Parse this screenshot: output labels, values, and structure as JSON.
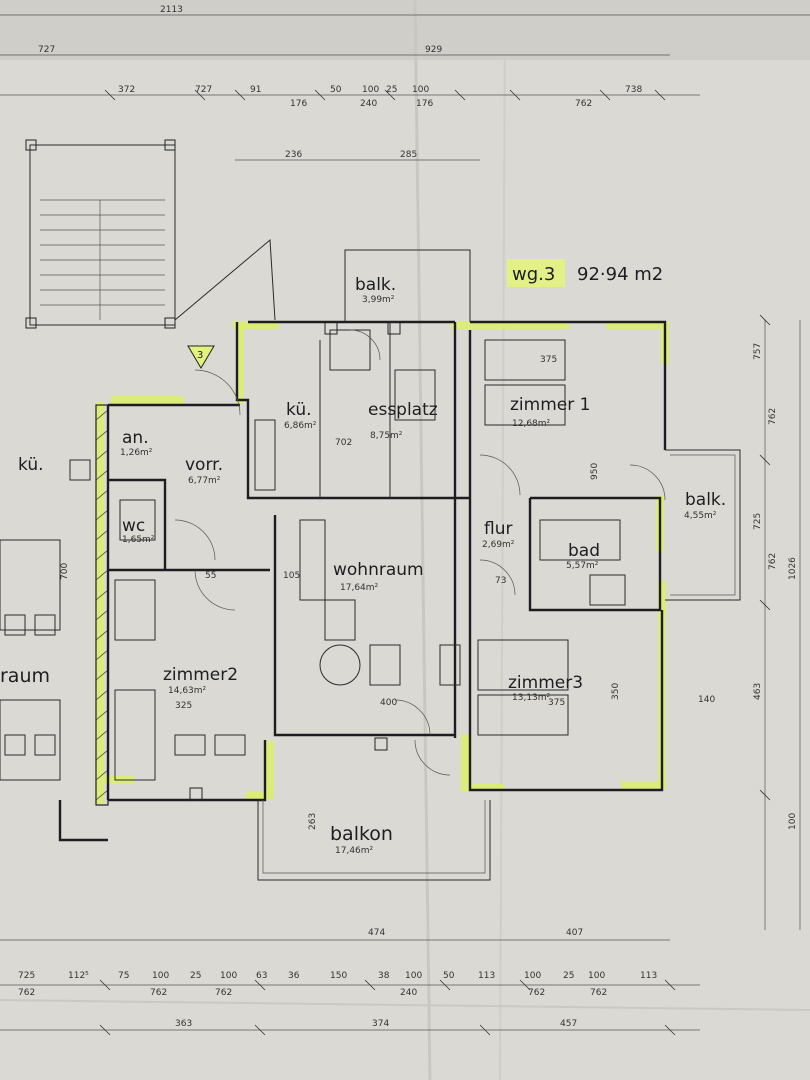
{
  "unit": {
    "label": "wg.3",
    "area": "92·94 m2"
  },
  "rooms": {
    "kueche": {
      "name": "kü.",
      "area": "6,86m²"
    },
    "essplatz": {
      "name": "essplatz",
      "area": "8,75m²"
    },
    "zimmer1": {
      "name": "zimmer 1",
      "area": "12,68m²"
    },
    "balk_top": {
      "name": "balk.",
      "area": "3,99m²"
    },
    "balk_right": {
      "name": "balk.",
      "area": "4,55m²"
    },
    "anr": {
      "name": "an.",
      "area": "1,26m²"
    },
    "vorr": {
      "name": "vorr.",
      "area": "6,77m²"
    },
    "wc": {
      "name": "wc",
      "area": "1,65m²"
    },
    "wohnraum": {
      "name": "wohnraum",
      "area": "17,64m²"
    },
    "flur": {
      "name": "flur",
      "area": "2,69m²"
    },
    "bad": {
      "name": "bad",
      "area": "5,57m²"
    },
    "zimmer2": {
      "name": "zimmer2",
      "area": "14,63m²"
    },
    "zimmer3": {
      "name": "zimmer3",
      "area": "13,13m²"
    },
    "balkon": {
      "name": "balkon",
      "area": "17,46m²"
    },
    "kue_left": {
      "name": "kü.",
      "area": ""
    },
    "raum_left": {
      "name": "raum",
      "area": ""
    }
  },
  "stair_marker": "3",
  "dimensions_top": {
    "row1": [
      "2113"
    ],
    "row2": [
      "727",
      "929"
    ],
    "row3": [
      "372",
      "727",
      "91",
      "50",
      "100",
      "25",
      "100",
      "738"
    ],
    "row3b": [
      "176",
      "240",
      "176",
      "762"
    ],
    "row4": [
      "236",
      "285"
    ]
  },
  "dimensions_bottom": {
    "row1": [
      "474",
      "407"
    ],
    "row2": [
      "725",
      "112⁵",
      "75",
      "100",
      "25",
      "100",
      "63",
      "36",
      "150",
      "38",
      "100",
      "50",
      "113",
      "100",
      "25",
      "100",
      "113"
    ],
    "row2b": [
      "762",
      "762",
      "762",
      "240",
      "762",
      "762"
    ],
    "row3": [
      "363",
      "374",
      "457"
    ]
  },
  "dimensions_right": [
    "757",
    "762",
    "725",
    "1026",
    "463",
    "762",
    "100"
  ],
  "interior_dims": [
    "375",
    "950",
    "350",
    "375",
    "325",
    "263",
    "700",
    "702",
    "400",
    "140",
    "73",
    "55",
    "105"
  ]
}
